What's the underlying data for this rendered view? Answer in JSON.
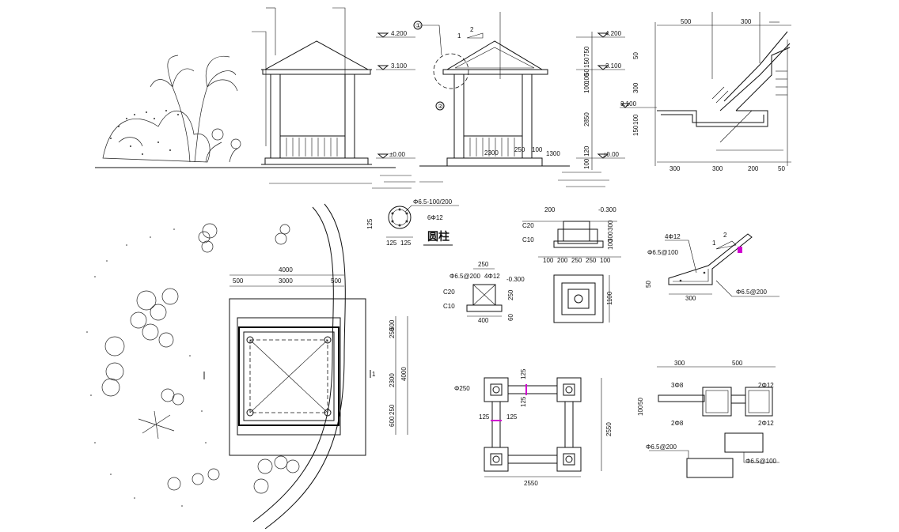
{
  "elevations": {
    "levels": [
      "4.200",
      "3.100",
      "±0.00"
    ],
    "right_levels": [
      "4.200",
      "3.100",
      "±0.00"
    ],
    "side_dims": [
      "750",
      "150",
      "50",
      "100",
      "100",
      "2850",
      "120",
      "100"
    ],
    "bottom_dims": [
      "2300",
      "250",
      "100",
      "1300"
    ],
    "callout_1": "1",
    "callout_2": "2",
    "circle_a": "①",
    "circle_b": "②"
  },
  "eave_detail": {
    "top_dims": [
      "500",
      "300"
    ],
    "left_dims": [
      "50",
      "300",
      "100",
      "150"
    ],
    "bottom_dims": [
      "300",
      "300",
      "200",
      "50"
    ],
    "level": "3.100"
  },
  "column_section": {
    "rebar": "Φ6.5-100/200",
    "bars": "6Φ12",
    "dims": [
      "125",
      "125",
      "125"
    ],
    "title": "圆柱"
  },
  "footing_detail": {
    "top_dims": [
      "200",
      "-0.300"
    ],
    "concrete": [
      "C20",
      "C10"
    ],
    "side_dims": [
      "300",
      "300",
      "100"
    ],
    "bottom_dims": [
      "100",
      "200",
      "250",
      "250",
      "100"
    ],
    "plan_dim": "1100"
  },
  "column_base": {
    "dim_top": "250",
    "rebar": "Φ6.5@200",
    "bars": "4Φ12",
    "level": "-0.300",
    "concrete": [
      "C20",
      "C10"
    ],
    "dims": [
      "250",
      "400",
      "60"
    ]
  },
  "slope_beam": {
    "bars": "4Φ12",
    "rebar": "Φ6.5@100",
    "rebar2": "Φ6.5@200",
    "dims": [
      "50",
      "300"
    ],
    "callout_1": "1",
    "callout_2": "2"
  },
  "site_plan": {
    "top_dims": [
      "4000",
      "500",
      "3000",
      "500"
    ],
    "right_dims": [
      "250",
      "600",
      "2300",
      "600",
      "250",
      "4000"
    ],
    "mark": "1"
  },
  "column_layout": {
    "col_label": "Φ250",
    "dims": [
      "125",
      "125",
      "125",
      "125"
    ],
    "width": "2550",
    "height": "2550"
  },
  "beam_section": {
    "top_dims": [
      "300",
      "500"
    ],
    "left_dims": [
      "50",
      "100"
    ],
    "bars": [
      "3Φ8",
      "2Φ8",
      "2Φ12",
      "2Φ12"
    ],
    "rebar": [
      "Φ6.5@200",
      "Φ6.5@100"
    ]
  }
}
